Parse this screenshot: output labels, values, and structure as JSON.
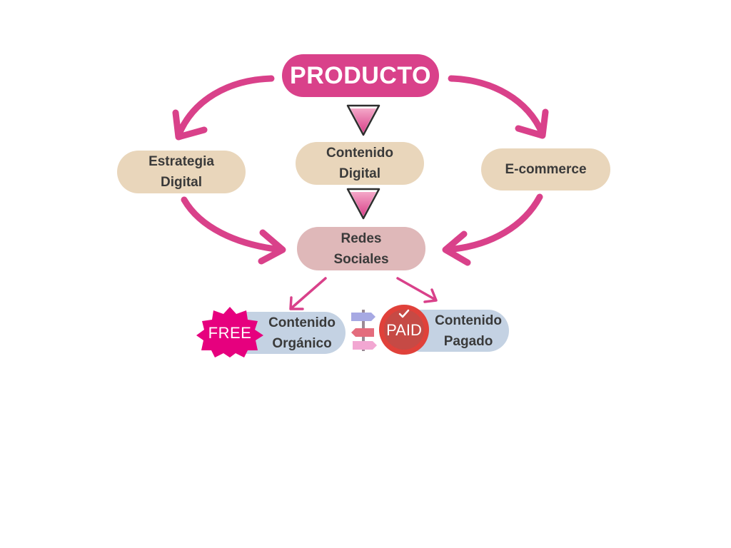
{
  "nodes": {
    "producto": "PRODUCTO",
    "estrategia": [
      "Estrategia",
      "Digital"
    ],
    "contenido_digital": [
      "Contenido",
      "Digital"
    ],
    "ecommerce": "E-commerce",
    "redes": [
      "Redes",
      "Sociales"
    ],
    "organico": [
      "Contenido",
      "Orgánico"
    ],
    "pagado": [
      "Contenido",
      "Pagado"
    ]
  },
  "badges": {
    "free": "FREE",
    "paid": "PAID"
  },
  "icons": [
    "star-burst-icon",
    "paid-stamp-icon",
    "signpost-icon",
    "curved-arrow-icon",
    "down-chevron-arrow-icon"
  ],
  "colors": {
    "accent": "#d9418a",
    "primary_box": "#e9d6bb",
    "social_box": "#dfb8b9",
    "content_box": "#c4d2e3",
    "free_badge": "#e6007e",
    "paid_badge": "#e0413a",
    "text": "#3a3a3a"
  }
}
